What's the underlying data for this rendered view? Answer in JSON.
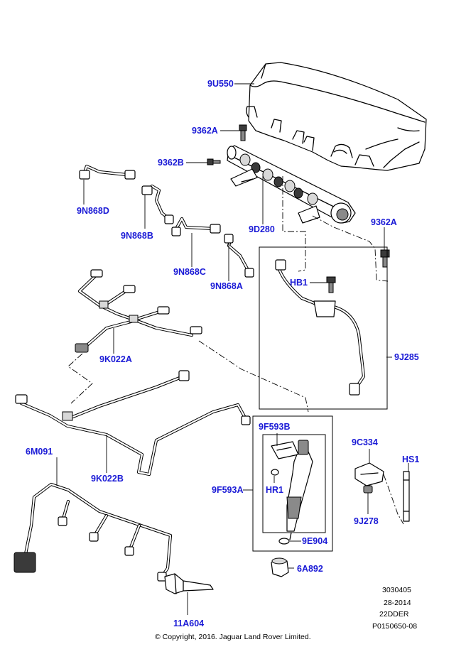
{
  "callouts": {
    "engine_cover": "9U550",
    "bolt_cover_a": "9362A",
    "bolt_rail_b": "9362B",
    "bolt_rail_a": "9362A",
    "fuel_rail": "9D280",
    "fuel_line_d": "9N868D",
    "fuel_line_b": "9N868B",
    "fuel_line_c": "9N868C",
    "fuel_line_a": "9N868A",
    "return_hose_assembly": "9J285",
    "return_hose_bolt": "HB1",
    "leak_off_harness_upper": "9K022A",
    "leak_off_harness_lower": "9K022B",
    "glow_plug_harness": "6M091",
    "injector_assembly": "9F593A",
    "injector_clamp": "9F593B",
    "injector_retainer": "HR1",
    "injector_washer": "9E904",
    "injector_nut": "6A892",
    "injector_clamp_block": "9C334",
    "clamp_stud": "HS1",
    "clamp_nut": "9J278",
    "glow_plug": "11A604"
  },
  "meta": {
    "diagram_code": "3030405",
    "date": "28-2014",
    "engine_code": "22DDER",
    "illustration_ref": "P0150650-08"
  },
  "copyright": "© Copyright, 2016. Jaguar Land Rover Limited.",
  "colors": {
    "callout": "#1a1ad6",
    "line": "#000000"
  }
}
